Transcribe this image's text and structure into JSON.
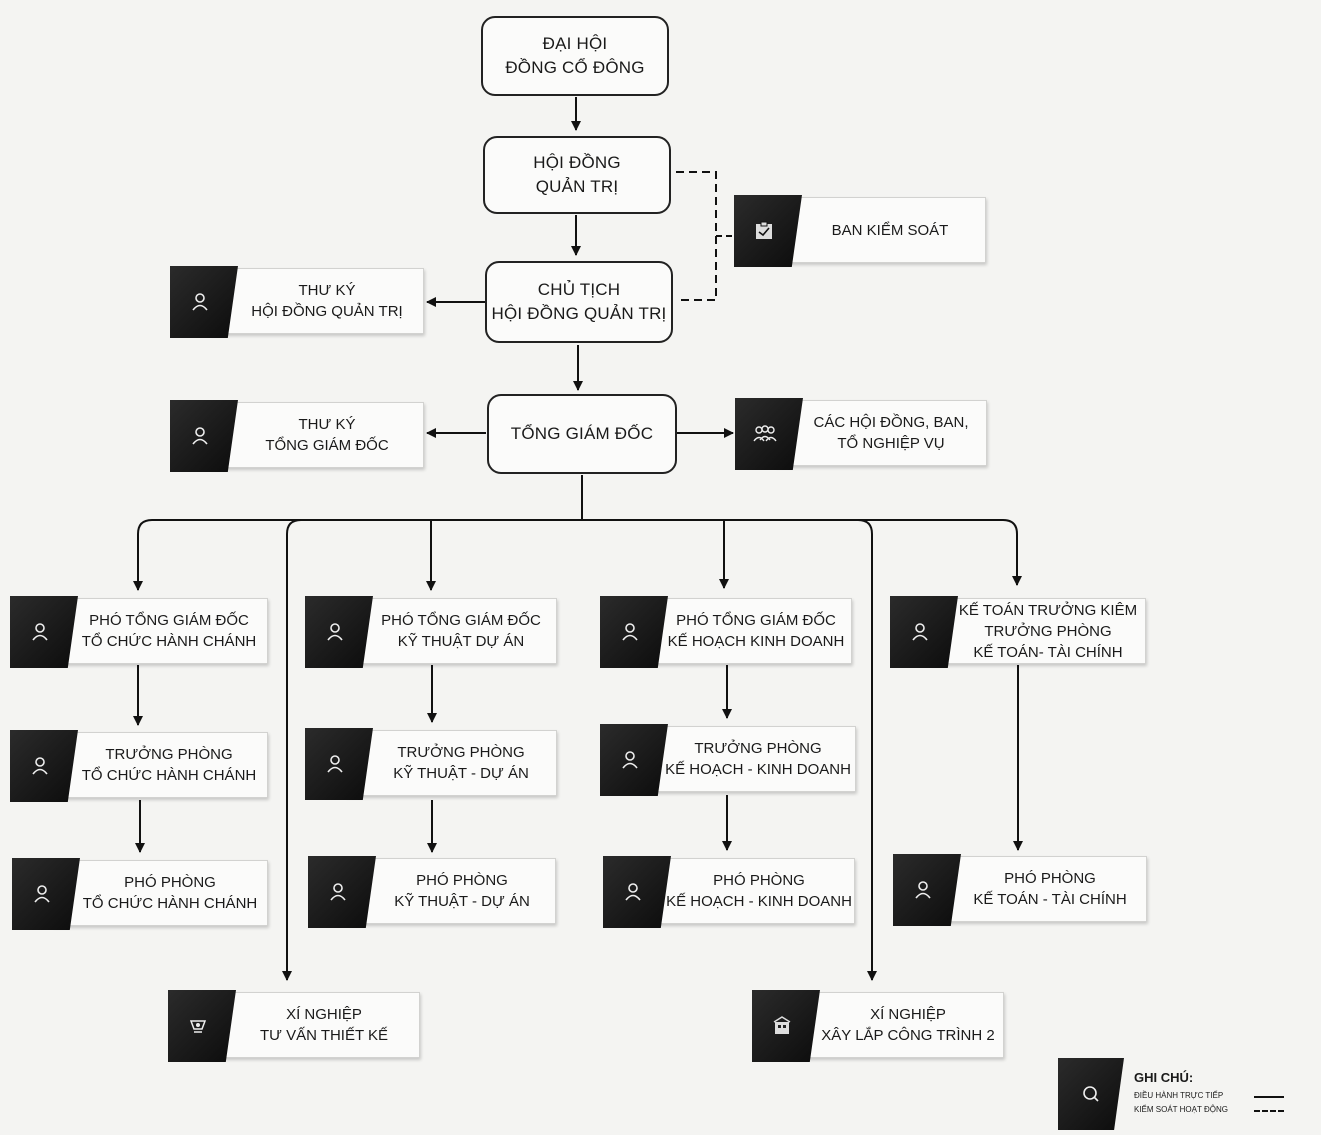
{
  "boxes": {
    "dhcd": [
      "ĐẠI HỘI",
      "ĐỒNG CỔ ĐÔNG"
    ],
    "hdqt": [
      "HỘI ĐỒNG",
      "QUẢN TRỊ"
    ],
    "chutich": [
      "CHỦ TỊCH",
      "HỘI ĐỒNG QUẢN TRỊ"
    ],
    "tgd": [
      "TỔNG GIÁM ĐỐC"
    ]
  },
  "nodes": {
    "ban_kiem_soat": [
      "BAN KIỂM SOÁT"
    ],
    "thu_ky_hdqt": [
      "THƯ KÝ",
      "HỘI ĐỒNG QUẢN TRỊ"
    ],
    "thu_ky_tgd": [
      "THƯ KÝ",
      "TỔNG GIÁM ĐỐC"
    ],
    "cac_hoi_dong": [
      "CÁC HỘI ĐỒNG, BAN,",
      "TỔ NGHIỆP VỤ"
    ],
    "ptgd_tchc": [
      "PHÓ TỔNG GIÁM ĐỐC",
      "TỔ CHỨC HÀNH CHÁNH"
    ],
    "ptgd_ktda": [
      "PHÓ TỔNG GIÁM ĐỐC",
      "KỸ THUẬT DỰ ÁN"
    ],
    "ptgd_khkd": [
      "PHÓ TỔNG GIÁM ĐỐC",
      "KẾ HOẠCH KINH DOANH"
    ],
    "ktt": [
      "KẾ TOÁN TRƯỞNG KIÊM",
      "TRƯỞNG PHÒNG",
      "KẾ TOÁN- TÀI CHÍNH"
    ],
    "tp_tchc": [
      "TRƯỞNG PHÒNG",
      "TỔ CHỨC HÀNH CHÁNH"
    ],
    "tp_ktda": [
      "TRƯỞNG PHÒNG",
      "KỸ THUẬT - DỰ ÁN"
    ],
    "tp_khkd": [
      "TRƯỞNG PHÒNG",
      "KẾ HOẠCH - KINH DOANH"
    ],
    "pp_tchc": [
      "PHÓ PHÒNG",
      "TỔ CHỨC HÀNH CHÁNH"
    ],
    "pp_ktda": [
      "PHÓ PHÒNG",
      "KỸ THUẬT - DỰ ÁN"
    ],
    "pp_khkd": [
      "PHÓ PHÒNG",
      "KẾ HOẠCH - KINH DOANH"
    ],
    "pp_ktc": [
      "PHÓ PHÒNG",
      "KẾ TOÁN - TÀI CHÍNH"
    ],
    "xn_tvtk": [
      "XÍ NGHIỆP",
      "TƯ VẤN THIẾT KẾ"
    ],
    "xn_xlct": [
      "XÍ NGHIỆP",
      "XÂY LẮP CÔNG TRÌNH 2"
    ]
  },
  "legend": {
    "title": "GHI CHÚ:",
    "direct": "ĐIỀU HÀNH TRỰC TIẾP",
    "control": "KIỂM SOÁT HOẠT ĐỘNG"
  }
}
